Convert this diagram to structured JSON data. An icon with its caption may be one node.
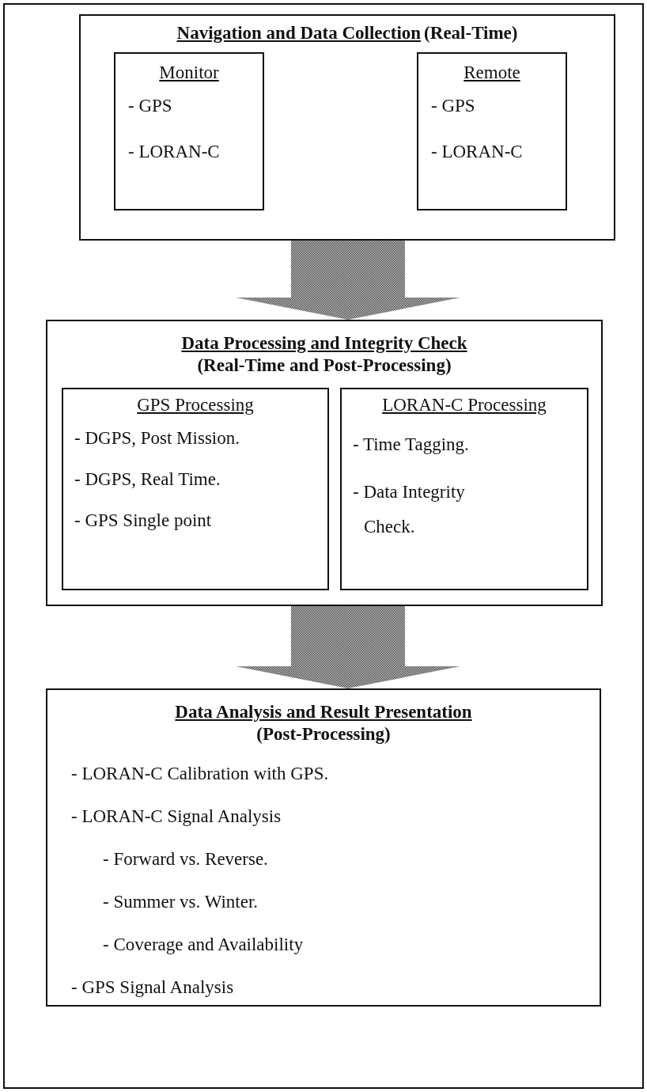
{
  "diagram": {
    "nodes": [
      {
        "text": [
          "Navigation and Data Collection",
          "(Real-Time)"
        ]
      },
      {
        "text": [
          "Monitor",
          "- GPS",
          "- LORAN-C"
        ],
        "in": 0
      },
      {
        "text": [
          "Remote",
          "- GPS",
          "- LORAN-C"
        ],
        "in": 0
      },
      {
        "text": [
          "Data Processing and Integrity Check",
          "(Real-Time  and Post-Processing)"
        ]
      },
      {
        "text": [
          "GPS Processing",
          "- DGPS, Post Mission.",
          "- DGPS, Real Time.",
          "- GPS Single point"
        ],
        "in": 3
      },
      {
        "text": [
          "LORAN-C Processing",
          "- Time Tagging.",
          "- Data Integrity Check."
        ],
        "in": 3
      },
      {
        "text": [
          "Data Analysis and Result Presentation",
          "(Post-Processing)",
          "- LORAN-C Calibration with GPS.",
          "- LORAN-C Signal Analysis",
          "- Forward vs. Reverse.",
          "- Summer vs. Winter.",
          "- Coverage and Availability",
          "- GPS Signal Analysis"
        ]
      }
    ],
    "edges": [
      {
        "from": 0,
        "to": 3,
        "arrow": "to",
        "style": "thick"
      },
      {
        "from": 3,
        "to": 6,
        "arrow": "to",
        "style": "thick"
      }
    ]
  }
}
